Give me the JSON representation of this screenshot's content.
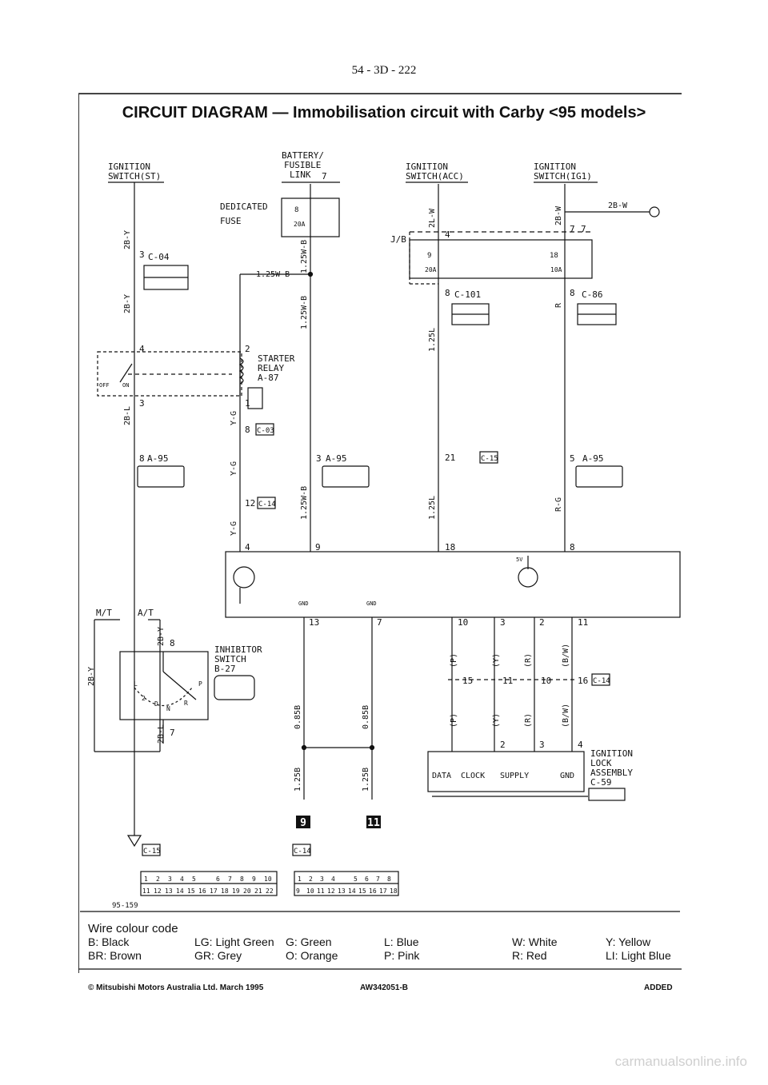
{
  "page_number": "54 - 3D - 222",
  "title": "CIRCUIT DIAGRAM — Immobilisation circuit with Carby <95 models>",
  "components": {
    "ign_st_1": "IGNITION",
    "ign_st_2": "SWITCH(ST)",
    "bat_1": "BATTERY/",
    "bat_2": "FUSIBLE",
    "bat_3": "LINK",
    "bat_num": "7",
    "ign_acc_1": "IGNITION",
    "ign_acc_2": "SWITCH(ACC)",
    "ign_ig1_1": "IGNITION",
    "ign_ig1_2": "SWITCH(IG1)",
    "ded_fuse_1": "DEDICATED",
    "ded_fuse_2": "FUSE",
    "ded_fuse_num": "8",
    "ded_fuse_amp": "20A",
    "jb": "J/B",
    "jb_fuse9": "9",
    "jb_fuse9_amp": "20A",
    "jb_fuse18": "18",
    "jb_fuse18_amp": "10A",
    "starter_1": "STARTER",
    "starter_2": "RELAY",
    "starter_3": "A-87",
    "inhibitor_1": "INHIBITOR",
    "inhibitor_2": "SWITCH",
    "inhibitor_3": "B-27",
    "ign_lock_1": "IGNITION",
    "ign_lock_2": "LOCK",
    "ign_lock_3": "ASSEMBLY",
    "ign_lock_4": "C-59",
    "off": "OFF",
    "on": "ON",
    "mt": "M/T",
    "at": "A/T",
    "p": "P",
    "r": "R",
    "n": "N",
    "d": "D",
    "two": "2",
    "l": "L"
  },
  "connectors": {
    "c04": "C-04",
    "c101": "C-101",
    "c86": "C-86",
    "c03": "C-03",
    "a95": "A-95",
    "c14": "C-14",
    "c15": "C-15"
  },
  "wires": {
    "w_2by": "2B-Y",
    "w_2bl": "2B-L",
    "w_125wb": "1.25W-B",
    "w_2lw": "2L-W",
    "w_2bw": "2B-W",
    "w_r": "R",
    "w_125l": "1.25L",
    "w_yg": "Y-G",
    "w_rg": "R-G",
    "w_085b": "0.85B",
    "w_125b": "1.25B",
    "w_p": "(P)",
    "w_y": "(Y)",
    "w_rr": "(R)",
    "w_bw": "(B/W)"
  },
  "pins": {
    "p3": "3",
    "p4": "4",
    "p7": "7",
    "p2": "2",
    "p1": "1",
    "p8": "8",
    "p12": "12",
    "p9": "9",
    "p18": "18",
    "p21": "21",
    "p5": "5",
    "p13": "13",
    "p10": "10",
    "p11": "11",
    "p15": "15",
    "p16": "16"
  },
  "ecu": {
    "gnd": "GND",
    "v5": "5V"
  },
  "lock_labels": {
    "data": "DATA",
    "clock": "CLOCK",
    "supply": "SUPPLY",
    "gnd": "GND"
  },
  "earth_9": "9",
  "earth_11": "11",
  "c15_pins_top": [
    "1",
    "2",
    "3",
    "4",
    "5",
    "",
    "6",
    "7",
    "8",
    "9",
    "10"
  ],
  "c15_pins_bot": [
    "11",
    "12",
    "13",
    "14",
    "15",
    "16",
    "17",
    "18",
    "19",
    "20",
    "21",
    "22"
  ],
  "c14_pins_top": [
    "1",
    "2",
    "3",
    "4",
    "",
    "5",
    "6",
    "7",
    "8"
  ],
  "c14_pins_bot": [
    "9",
    "10",
    "11",
    "12",
    "13",
    "14",
    "15",
    "16",
    "17",
    "18"
  ],
  "drawing_no": "95-159",
  "legend_title": "Wire colour code",
  "legend": [
    [
      "B: Black",
      "BR: Brown"
    ],
    [
      "LG: Light Green",
      "GR: Grey"
    ],
    [
      "G: Green",
      "O: Orange"
    ],
    [
      "L: Blue",
      "P: Pink"
    ],
    [
      "W: White",
      "R: Red"
    ],
    [
      "Y: Yellow",
      "LI: Light Blue"
    ]
  ],
  "footer": {
    "copyright": "© Mitsubishi Motors Australia Ltd. March 1995",
    "code": "AW342051-B",
    "status": "ADDED"
  },
  "watermark": "carmanualsonline.info"
}
